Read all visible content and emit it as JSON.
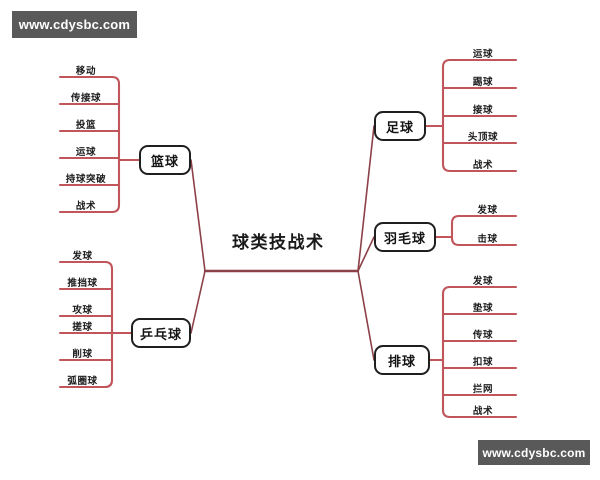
{
  "watermarks": {
    "top_left": "www.cdysbc.com",
    "bottom_right": "www.cdysbc.com"
  },
  "colors": {
    "wire": "#c0555c",
    "wire_dark": "#8c4048",
    "node_border": "#1f1f1f",
    "text": "#1a1a1a",
    "background": "#ffffff",
    "watermark_bg": "#595959"
  },
  "mindmap": {
    "root": "球类技战术",
    "branches": [
      {
        "id": "basketball",
        "label": "篮球",
        "side": "left",
        "leaves": [
          "移动",
          "传接球",
          "投篮",
          "运球",
          "持球突破",
          "战术"
        ]
      },
      {
        "id": "tabletennis",
        "label": "乒乓球",
        "side": "left",
        "leaves": [
          "发球",
          "推挡球",
          "攻球",
          "搓球",
          "削球",
          "弧圈球"
        ]
      },
      {
        "id": "football",
        "label": "足球",
        "side": "right",
        "leaves": [
          "运球",
          "踢球",
          "接球",
          "头顶球",
          "战术"
        ]
      },
      {
        "id": "badminton",
        "label": "羽毛球",
        "side": "right",
        "leaves": [
          "发球",
          "击球"
        ]
      },
      {
        "id": "volleyball",
        "label": "排球",
        "side": "right",
        "leaves": [
          "发球",
          "垫球",
          "传球",
          "扣球",
          "拦网",
          "战术"
        ]
      }
    ]
  }
}
